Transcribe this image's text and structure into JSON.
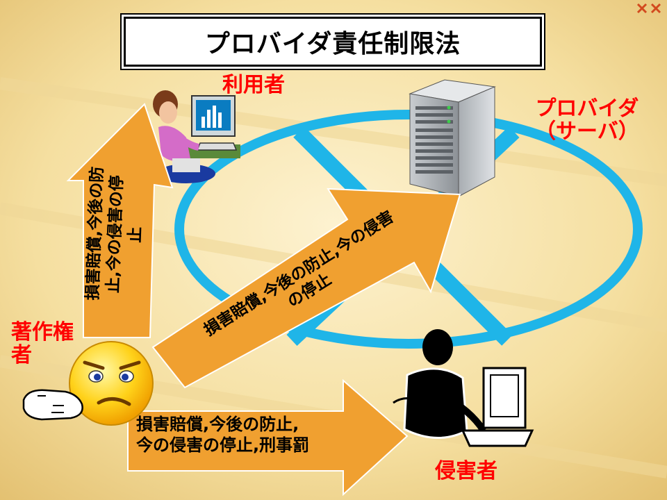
{
  "title": "プロバイダ責任制限法",
  "labels": {
    "user": "利用者",
    "provider_line1": "プロバイダ",
    "provider_line2": "（サーバ）",
    "copyright_line1": "著作権",
    "copyright_line2": "者",
    "infringer": "侵害者"
  },
  "arrows": {
    "to_user_line1": "損害賠償,今後の防",
    "to_user_line2": "止,今の侵害の停",
    "to_user_line3": "止",
    "to_provider_line1": "損害賠償,今後の防止,今の侵害",
    "to_provider_line2": "の停止",
    "to_infringer_line1": "損害賠償,今後の防止,",
    "to_infringer_line2": "今の侵害の停止,刑事罰"
  },
  "colors": {
    "ellipse": "#1fb5e8",
    "arrow_fill": "#f0a030",
    "label_red": "#ff0000",
    "background_light": "#fdf2d0",
    "background_dark": "#e8c878"
  }
}
